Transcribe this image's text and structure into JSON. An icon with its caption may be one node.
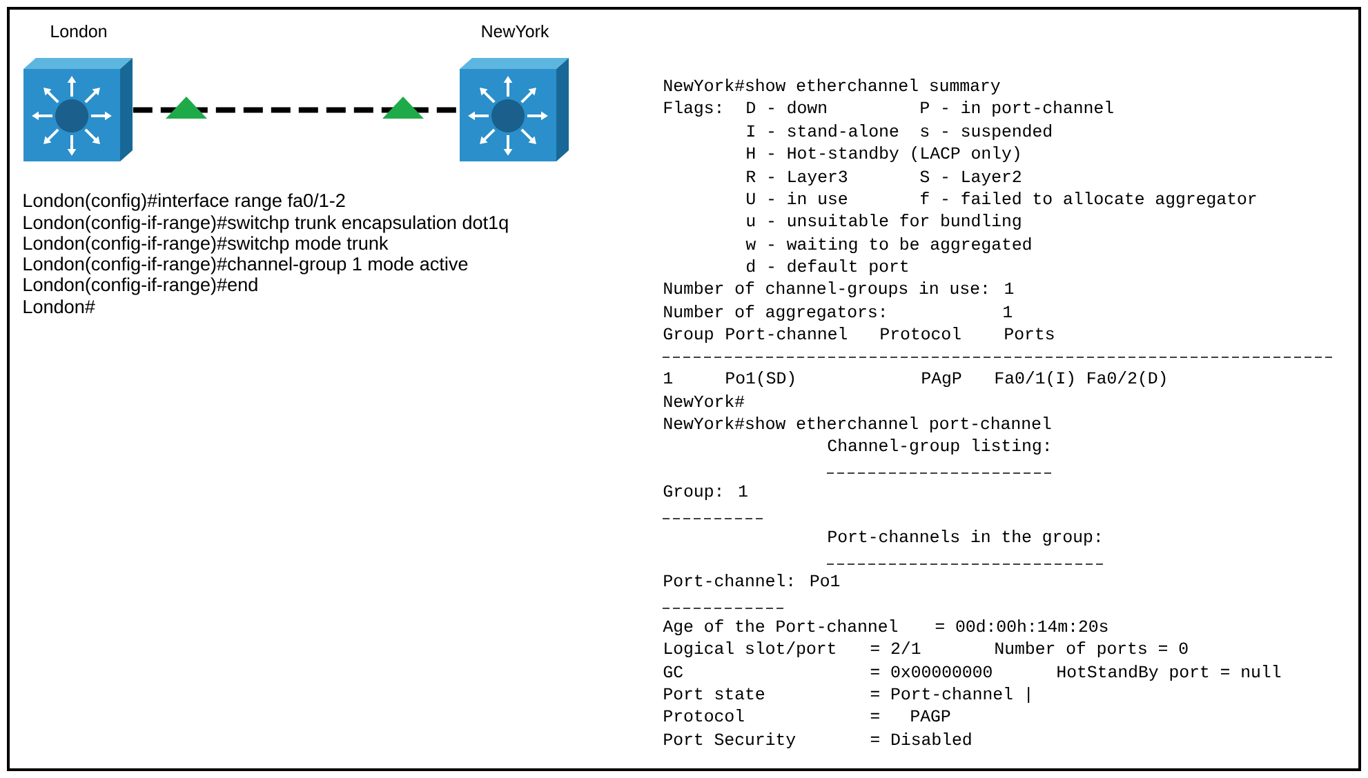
{
  "diagram": {
    "nodes": [
      {
        "text": [
          "London"
        ]
      },
      {
        "text": [
          "NewYork"
        ]
      }
    ],
    "edges": [
      {
        "from": 0,
        "to": 1,
        "arrow": "none",
        "style": "dashed"
      }
    ],
    "labels": [
      "London(config)#interface range fa0/1-2",
      "London(config-if-range)#switchp trunk encapsulation dot1q",
      "London(config-if-range)#switchp mode trunk",
      "London(config-if-range)#channel-group 1 mode active",
      "London(config-if-range)#end",
      "London#",
      "NewYork#show etherchannel summary",
      "Flags:",
      "D - down",
      "P - in port-channel",
      "I - stand-alone",
      "s - suspended",
      "H - Hot-standby (LACP only)",
      "R - Layer3",
      "S - Layer2",
      "U - in use",
      "f - failed to allocate aggregator",
      "u - unsuitable for bundling",
      "w - waiting to be aggregated",
      "d - default port",
      "Number of channel-groups in use: 1",
      "Number of aggregators:",
      "1",
      "Group",
      "Port-channel",
      "Protocol",
      "Ports",
      "1",
      "Po1(SD)",
      "PAgP",
      "Fa0/1(I) Fa0/2(D)",
      "NewYork#",
      "NewYork#show etherchannel port-channel",
      "Channel-group listing:",
      "Group: 1",
      "Port-channels in the group:",
      "Port-channel: Po1",
      "Age of the Port-channel",
      "= 00d:00h:14m:20s",
      "Logical slot/port",
      "= 2/1",
      "Number of ports = 0",
      "GC",
      "= 0x00000000",
      "HotStandBy port = null",
      "Port state",
      "= Port-channel |",
      "Protocol",
      "=",
      "PAGP",
      "Port Security",
      "= Disabled"
    ]
  }
}
